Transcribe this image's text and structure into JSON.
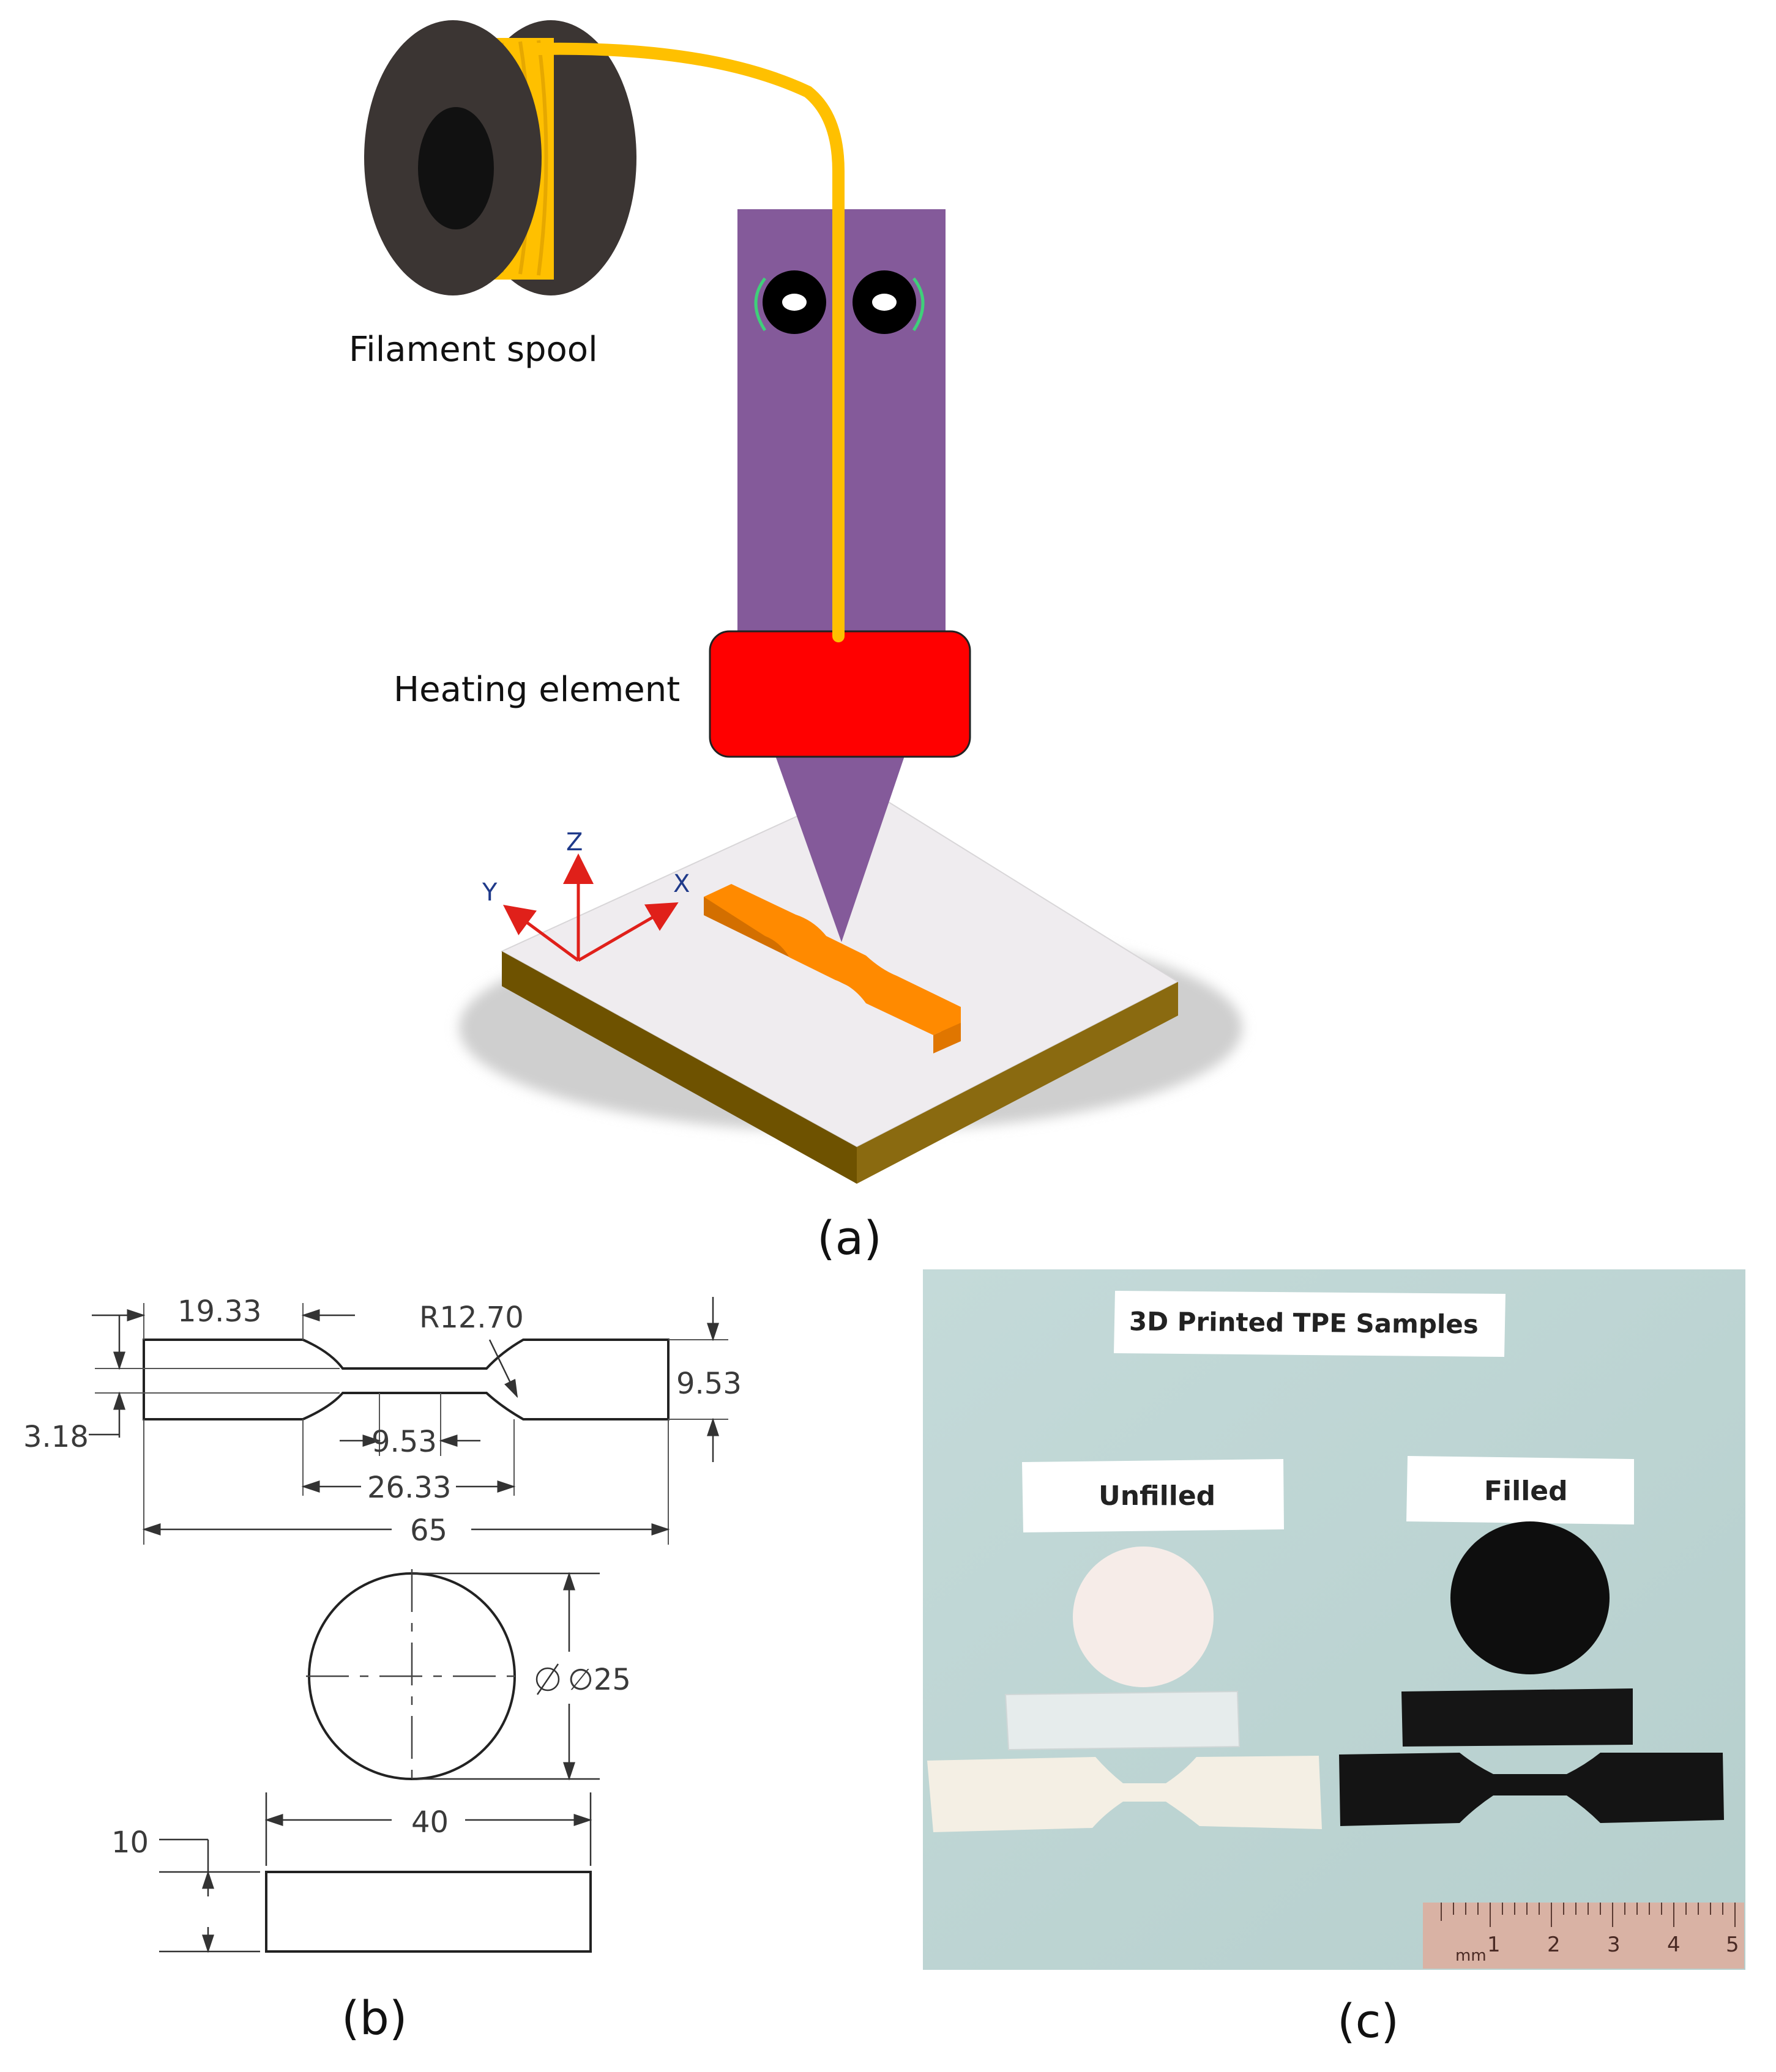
{
  "panel_a": {
    "spool_label": "Filament spool",
    "heater_label": "Heating element",
    "axes": {
      "x": "X",
      "y": "Y",
      "z": "Z"
    },
    "caption": "(a)",
    "colors": {
      "filament": "#ffc000",
      "extruder": "#845a9a",
      "heater": "#ff0000",
      "bed_top": "#efecef",
      "bed_side": "#7a5a00",
      "part": "#ff8c00",
      "axis_arrow": "#e0201a",
      "spool": "#3b3533"
    }
  },
  "panel_b": {
    "caption": "(b)",
    "dimensions": {
      "grip_length": "19.33",
      "fillet_radius": "R12.70",
      "grip_width": "9.53",
      "thickness": "3.18",
      "gauge_width": "9.53",
      "gauge_length": "26.33",
      "overall_length": "65",
      "disc_diameter": "25",
      "block_length": "40",
      "block_height": "10"
    }
  },
  "panel_c": {
    "caption": "(c)",
    "title_card": "3D Printed TPE Samples",
    "unfilled_label": "Unfilled",
    "filled_label": "Filled",
    "ruler_unit": "mm",
    "ruler_numbers": [
      "1",
      "2",
      "3",
      "4",
      "5"
    ]
  }
}
